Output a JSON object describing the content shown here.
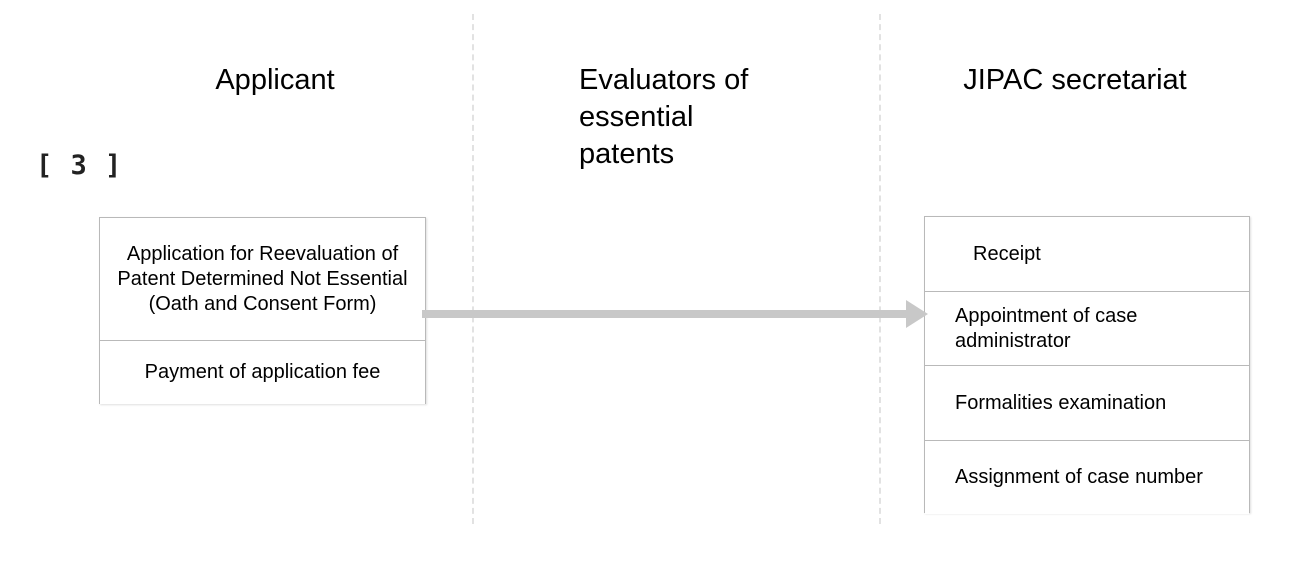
{
  "diagram": {
    "step_tag": "[ 3 ]",
    "lanes": [
      {
        "id": "applicant",
        "title": "Applicant"
      },
      {
        "id": "evaluators",
        "title": "Evaluators of\nessential\npatents"
      },
      {
        "id": "jipac",
        "title": "JIPAC secretariat"
      }
    ],
    "applicant_steps": [
      {
        "label": "Application for Reevaluation of Patent Determined Not Essential (Oath and Consent Form)"
      },
      {
        "label": "Payment of application fee"
      }
    ],
    "evaluator_steps": [],
    "jipac_steps": [
      {
        "label": "Receipt"
      },
      {
        "label": "Appointment of case administrator"
      },
      {
        "label": "Formalities examination"
      },
      {
        "label": "Assignment of case number"
      }
    ],
    "connectors": [
      {
        "id": "applicant-to-jipac",
        "from": "applicant_steps.0",
        "to": "jipac_steps.1",
        "color": "#c8c8c8",
        "style": "solid-arrow"
      }
    ],
    "colors": {
      "background": "#ffffff",
      "box_border": "#b9b9b9",
      "lane_divider": "#e2e2e2",
      "arrow": "#c8c8c8",
      "text": "#000000"
    }
  }
}
